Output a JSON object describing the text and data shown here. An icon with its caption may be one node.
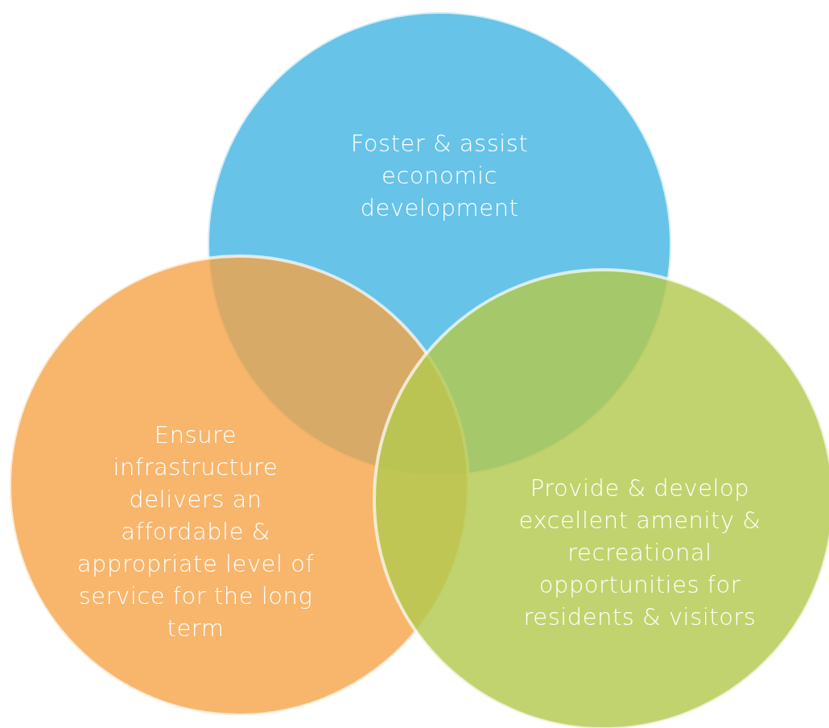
{
  "diagram": {
    "nodes": [
      {
        "text": [
          "Foster & assist economic development"
        ]
      },
      {
        "text": [
          "Ensure infrastructure delivers an affordable & appropriate level of service for the long term"
        ]
      },
      {
        "text": [
          "Provide & develop excellent amenity & recreational opportunities for residents & visitors"
        ]
      }
    ]
  }
}
